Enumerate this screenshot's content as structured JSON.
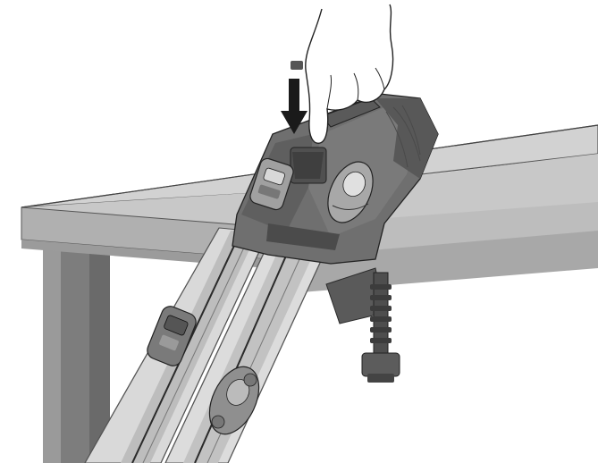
{
  "illustration": {
    "kind": "instruction-drawing",
    "palette": {
      "background": "#ffffff",
      "table_top": "#cfcfcf",
      "table_edge": "#9a9a9a",
      "table_leg": "#8c8c8c",
      "launcher_body": "#6e6e6e",
      "launcher_dark": "#4a4a4a",
      "track_light": "#d6d6d6",
      "track_mid": "#b5b5b5",
      "car": "#8a8a8a",
      "clamp": "#555555",
      "hand": "#ffffff",
      "arrow": "#1a1a1a"
    },
    "icons": [
      "downward-arrow",
      "hand",
      "toy-car",
      "c-clamp"
    ]
  }
}
